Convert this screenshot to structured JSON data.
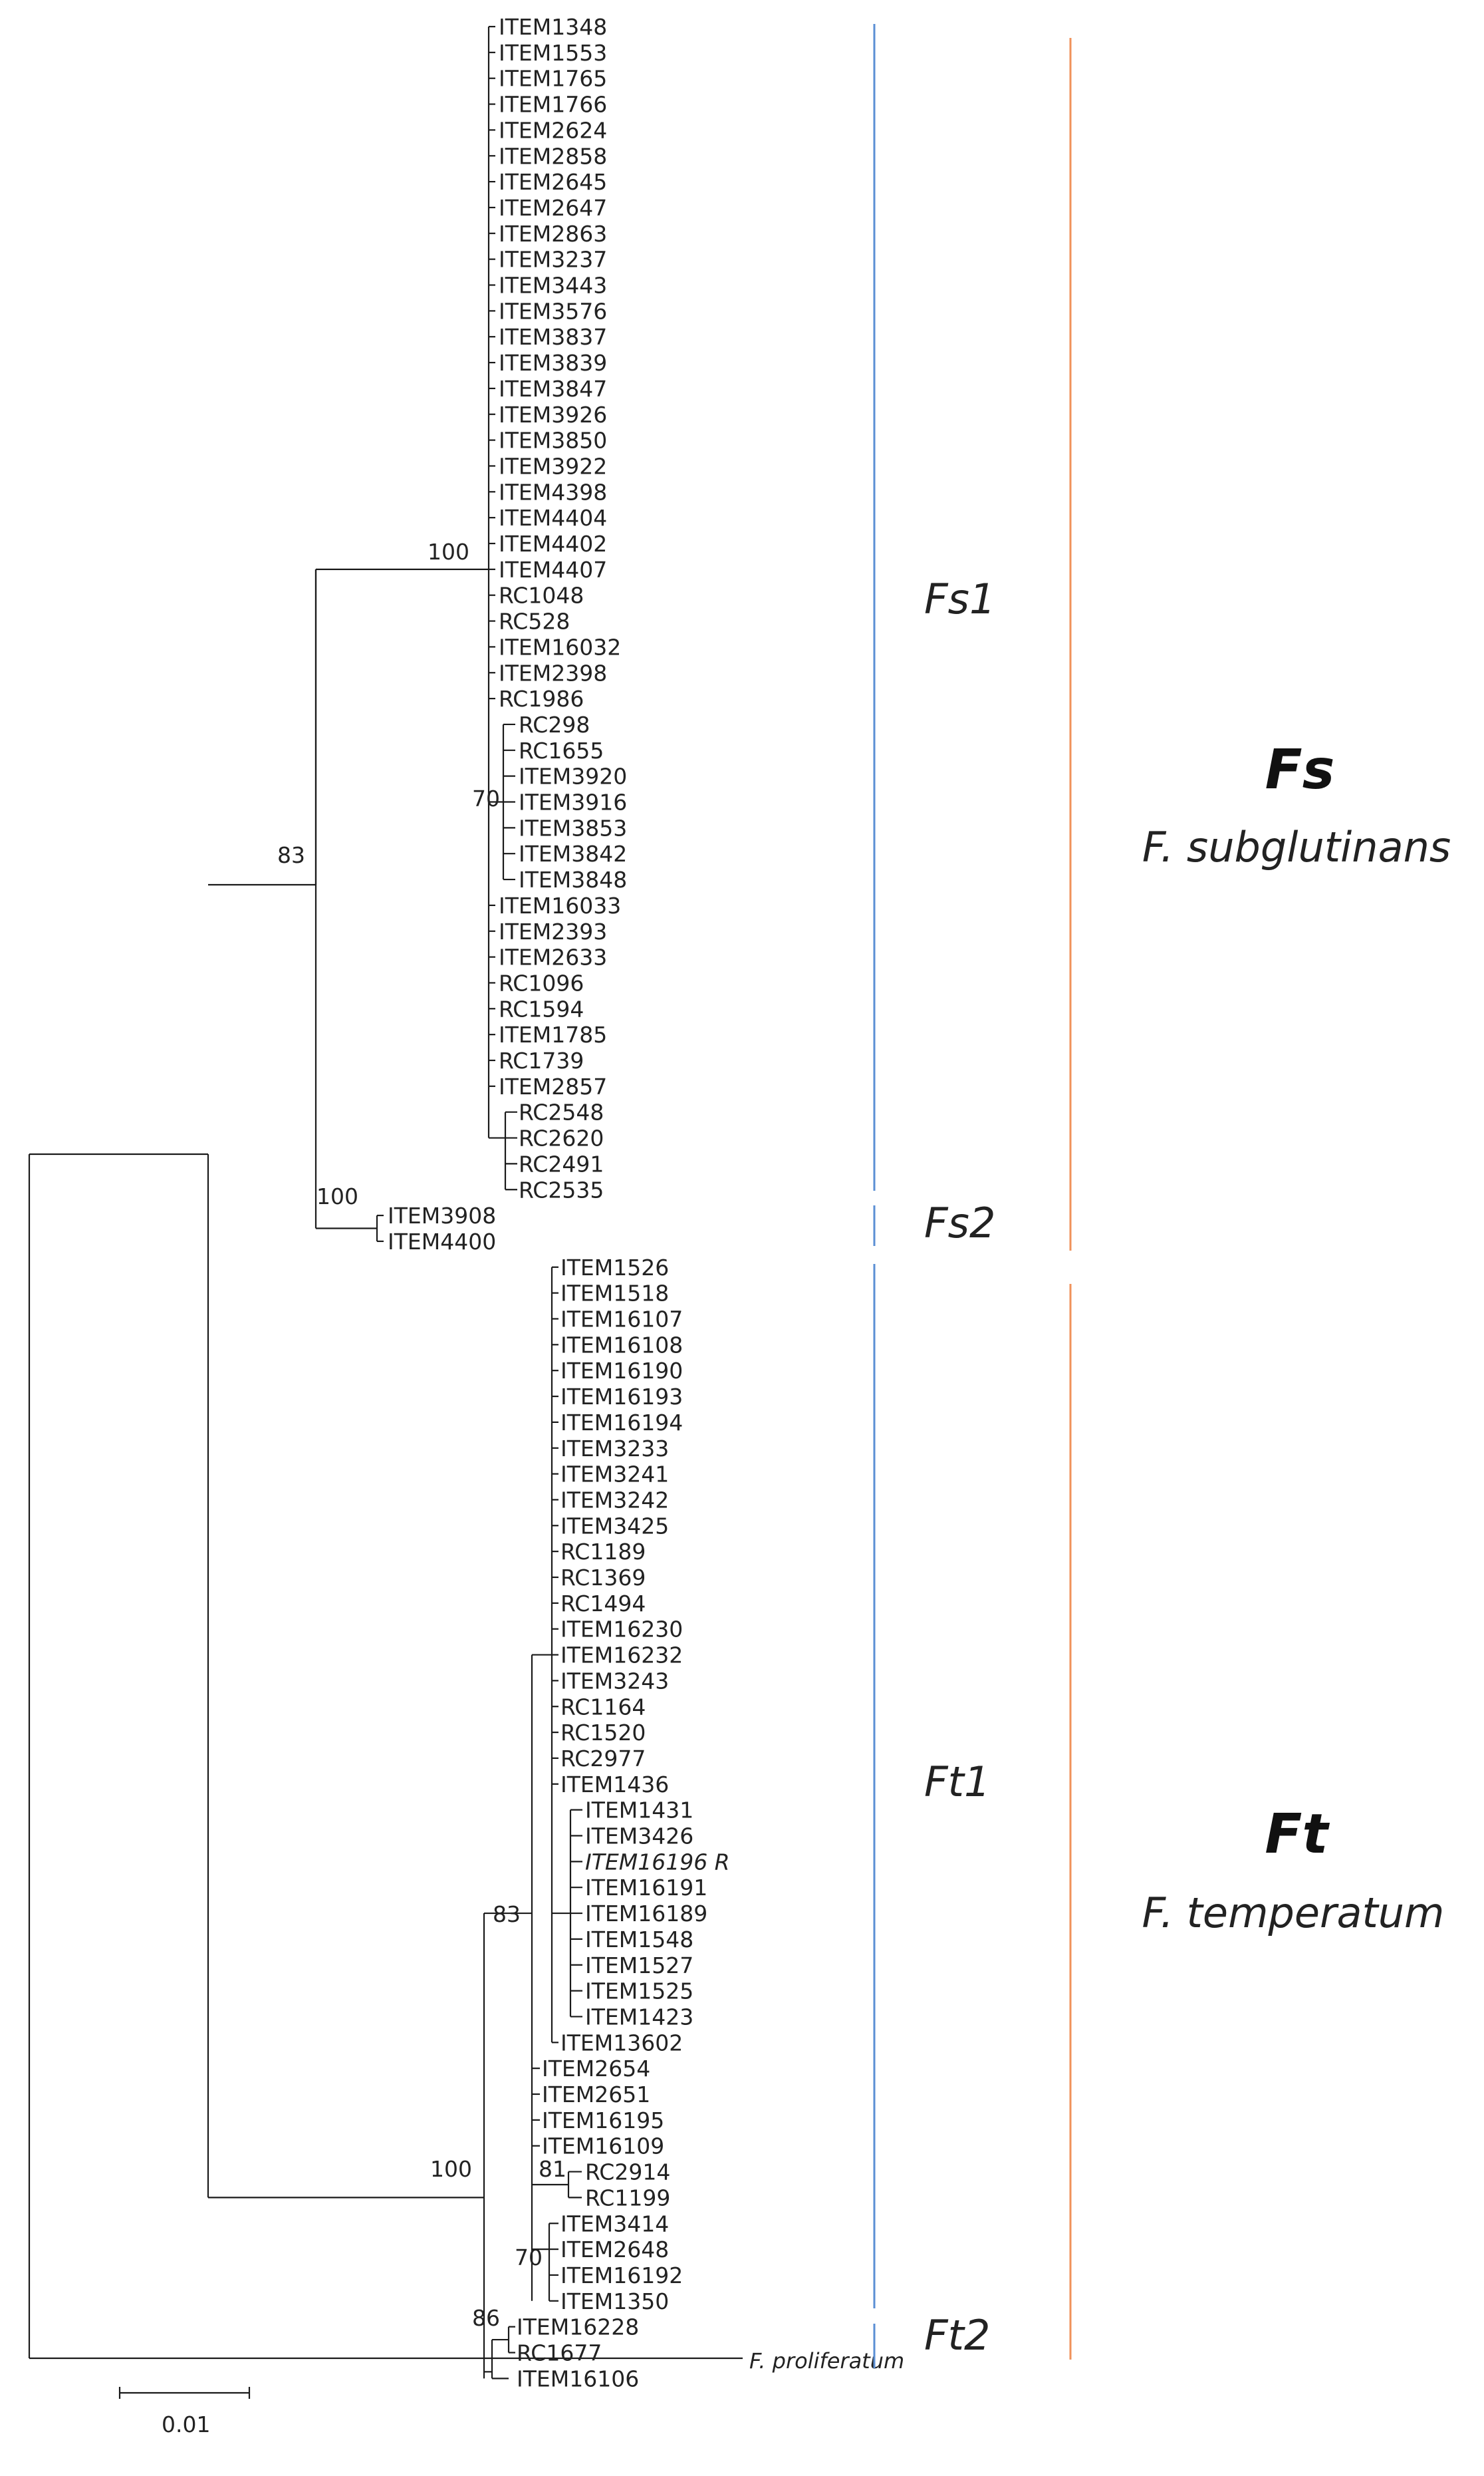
{
  "colors": {
    "branch": "#1a1a1a",
    "clade_bar": "#5b8fd4",
    "group_bar": "#f0925a",
    "text": "#222222"
  },
  "tree": {
    "outgroup": "F. proliferatum",
    "scale_bar_label": "0.01",
    "leaves": [
      "ITEM1348",
      "ITEM1553",
      "ITEM1765",
      "ITEM1766",
      "ITEM2624",
      "ITEM2858",
      "ITEM2645",
      "ITEM2647",
      "ITEM2863",
      "ITEM3237",
      "ITEM3443",
      "ITEM3576",
      "ITEM3837",
      "ITEM3839",
      "ITEM3847",
      "ITEM3926",
      "ITEM3850",
      "ITEM3922",
      "ITEM4398",
      "ITEM4404",
      "ITEM4402",
      "ITEM4407",
      "RC1048",
      "RC528",
      "ITEM16032",
      "ITEM2398",
      "RC1986",
      "RC298",
      "RC1655",
      "ITEM3920",
      "ITEM3916",
      "ITEM3853",
      "ITEM3842",
      "ITEM3848",
      "ITEM16033",
      "ITEM2393",
      "ITEM2633",
      "RC1096",
      "RC1594",
      "ITEM1785",
      "RC1739",
      "ITEM2857",
      "RC2548",
      "RC2620",
      "RC2491",
      "RC2535",
      "ITEM3908",
      "ITEM4400",
      "ITEM1526",
      "ITEM1518",
      "ITEM16107",
      "ITEM16108",
      "ITEM16190",
      "ITEM16193",
      "ITEM16194",
      "ITEM3233",
      "ITEM3241",
      "ITEM3242",
      "ITEM3425",
      "RC1189",
      "RC1369",
      "RC1494",
      "ITEM16230",
      "ITEM16232",
      "ITEM3243",
      "RC1164",
      "RC1520",
      "RC2977",
      "ITEM1436",
      "ITEM1431",
      "ITEM3426",
      "ITEM16196 R",
      "ITEM16191",
      "ITEM16189",
      "ITEM1548",
      "ITEM1527",
      "ITEM1525",
      "ITEM1423",
      "ITEM13602",
      "ITEM2654",
      "ITEM2651",
      "ITEM16195",
      "ITEM16109",
      "RC2914",
      "RC1199",
      "ITEM3414",
      "ITEM2648",
      "ITEM16192",
      "ITEM1350",
      "ITEM16228",
      "RC1677",
      "ITEM16106"
    ],
    "bootstrap": {
      "fs1_node": "100",
      "fs_node": "83",
      "fs1_subclade": "70",
      "fs2_node": "100",
      "ft_node": "100",
      "ft1_node": "83",
      "ft1_sub_a": "81",
      "ft1_sub_b": "70",
      "ft2_node": "86"
    },
    "clades": {
      "fs1": "Fs1",
      "fs2": "Fs2",
      "ft1": "Ft1",
      "ft2": "Ft2"
    },
    "groups": {
      "fs": {
        "code": "Fs",
        "species": "F. subglutinans"
      },
      "ft": {
        "code": "Ft",
        "species": "F. temperatum"
      }
    }
  }
}
